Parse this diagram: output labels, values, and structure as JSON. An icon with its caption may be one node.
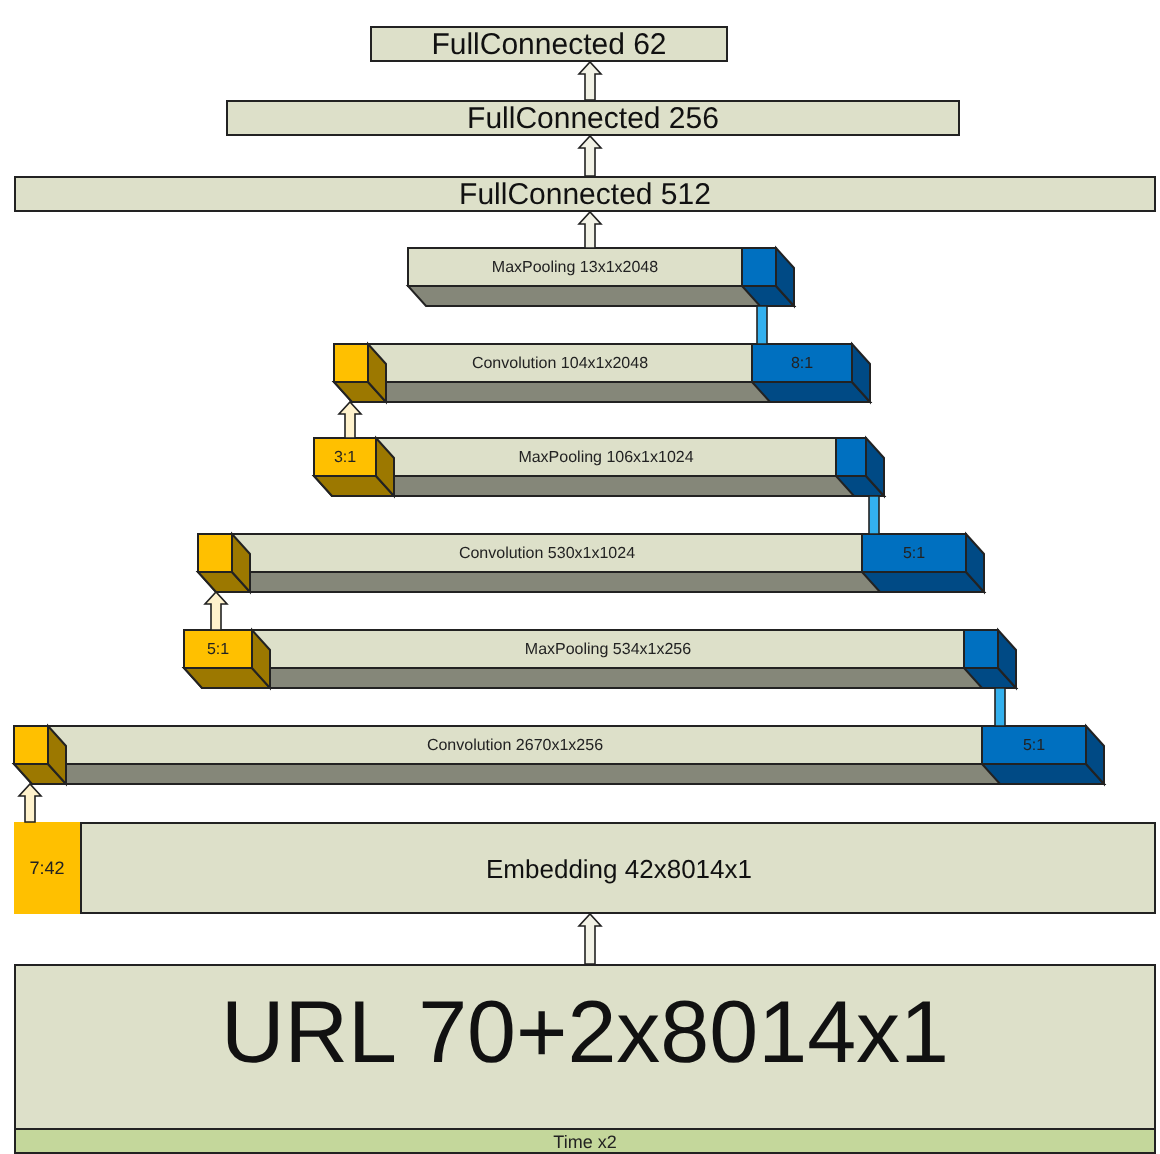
{
  "diagram": {
    "nodes": [
      {
        "text": [
          "FullConnected 62"
        ]
      },
      {
        "text": [
          "FullConnected 256"
        ]
      },
      {
        "text": [
          "FullConnected 512"
        ]
      },
      {
        "text": [
          "MaxPooling 13x1x2048"
        ]
      },
      {
        "text": [],
        "shape": "box"
      },
      {
        "text": [
          "Convolution 104x1x2048"
        ]
      },
      {
        "text": [],
        "shape": "box"
      },
      {
        "text": [
          "8:1"
        ],
        "in": 5
      },
      {
        "text": [
          "MaxPooling 106x1x1024"
        ]
      },
      {
        "text": [
          "3:1"
        ],
        "in": 8
      },
      {
        "text": [],
        "shape": "box"
      },
      {
        "text": [
          "Convolution 530x1x1024"
        ]
      },
      {
        "text": [],
        "shape": "box"
      },
      {
        "text": [
          "5:1"
        ],
        "in": 11
      },
      {
        "text": [
          "MaxPooling 534x1x256"
        ]
      },
      {
        "text": [
          "5:1"
        ],
        "in": 14
      },
      {
        "text": [],
        "shape": "box"
      },
      {
        "text": [
          "Convolution 2670x1x256"
        ]
      },
      {
        "text": [],
        "shape": "box"
      },
      {
        "text": [
          "5:1"
        ],
        "in": 17
      },
      {
        "text": [
          "Embedding 42x8014x1"
        ]
      },
      {
        "text": [
          "7:42"
        ],
        "in": 20
      },
      {
        "text": [
          "URL 70+2x8014x1"
        ]
      },
      {
        "text": [
          "Time x2"
        ],
        "in": 22
      }
    ],
    "edges": [
      {
        "from": 22,
        "to": 20,
        "arrow": "to"
      },
      {
        "from": 3,
        "to": 2,
        "arrow": "to"
      },
      {
        "from": 2,
        "to": 1,
        "arrow": "to"
      },
      {
        "from": 1,
        "to": 0,
        "arrow": "to"
      },
      {
        "from": 21,
        "to": 18,
        "arrow": "to",
        "color": "#fff2cc"
      },
      {
        "from": 19,
        "to": 16,
        "arrow": "none",
        "color": "#33b0ee"
      },
      {
        "from": 15,
        "to": 12,
        "arrow": "to",
        "color": "#fff2cc"
      },
      {
        "from": 13,
        "to": 10,
        "arrow": "none",
        "color": "#33b0ee"
      },
      {
        "from": 9,
        "to": 6,
        "arrow": "to",
        "color": "#fff2cc"
      },
      {
        "from": 7,
        "to": 4,
        "arrow": "none",
        "color": "#33b0ee"
      }
    ]
  }
}
